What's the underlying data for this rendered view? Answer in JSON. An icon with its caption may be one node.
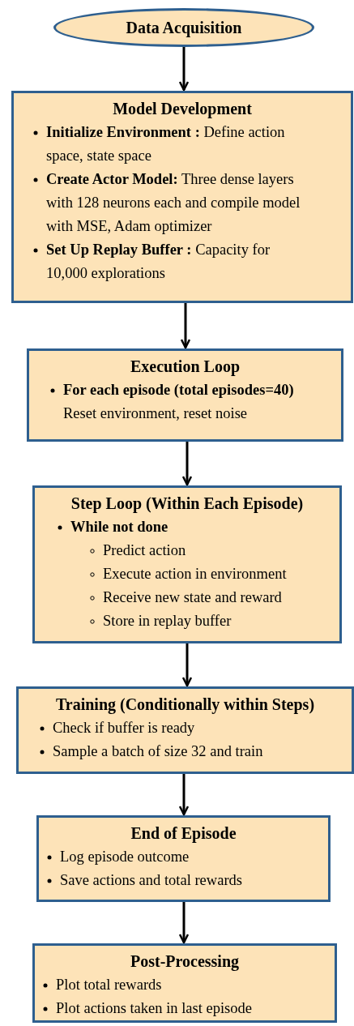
{
  "diagram": {
    "nodes": [
      {
        "text": [
          "Data Acquisition"
        ]
      },
      {
        "text": [
          "Model Development",
          "**Initialize Environment :** Define action space, state space",
          "**Create Actor Model:** Three dense layers with 128 neurons each and compile model with MSE, Adam optimizer",
          "**Set Up Replay Buffer :** Capacity for 10,000 explorations"
        ]
      },
      {
        "text": [
          "Execution Loop",
          "**For each episode (total episodes=40)** Reset environment, reset noise"
        ]
      },
      {
        "text": [
          "Step Loop (Within Each Episode)",
          "While not done",
          "Predict action",
          "Execute action in environment",
          "Receive new state and reward",
          "Store in replay buffer"
        ]
      },
      {
        "text": [
          "Training (Conditionally within Steps)",
          "Check if buffer is ready",
          "Sample a batch of size 32 and train"
        ]
      },
      {
        "text": [
          "End of Episode",
          "Log episode outcome",
          "Save actions and total rewards"
        ]
      },
      {
        "text": [
          "Post-Processing",
          "Plot total rewards",
          "Plot actions taken in last episode"
        ]
      }
    ],
    "edges": [
      {
        "from": 0,
        "to": 1,
        "arrow": "to"
      },
      {
        "from": 1,
        "to": 2,
        "arrow": "to"
      },
      {
        "from": 2,
        "to": 3,
        "arrow": "to"
      },
      {
        "from": 3,
        "to": 4,
        "arrow": "to"
      },
      {
        "from": 4,
        "to": 5,
        "arrow": "to"
      },
      {
        "from": 5,
        "to": 6,
        "arrow": "to"
      }
    ]
  }
}
